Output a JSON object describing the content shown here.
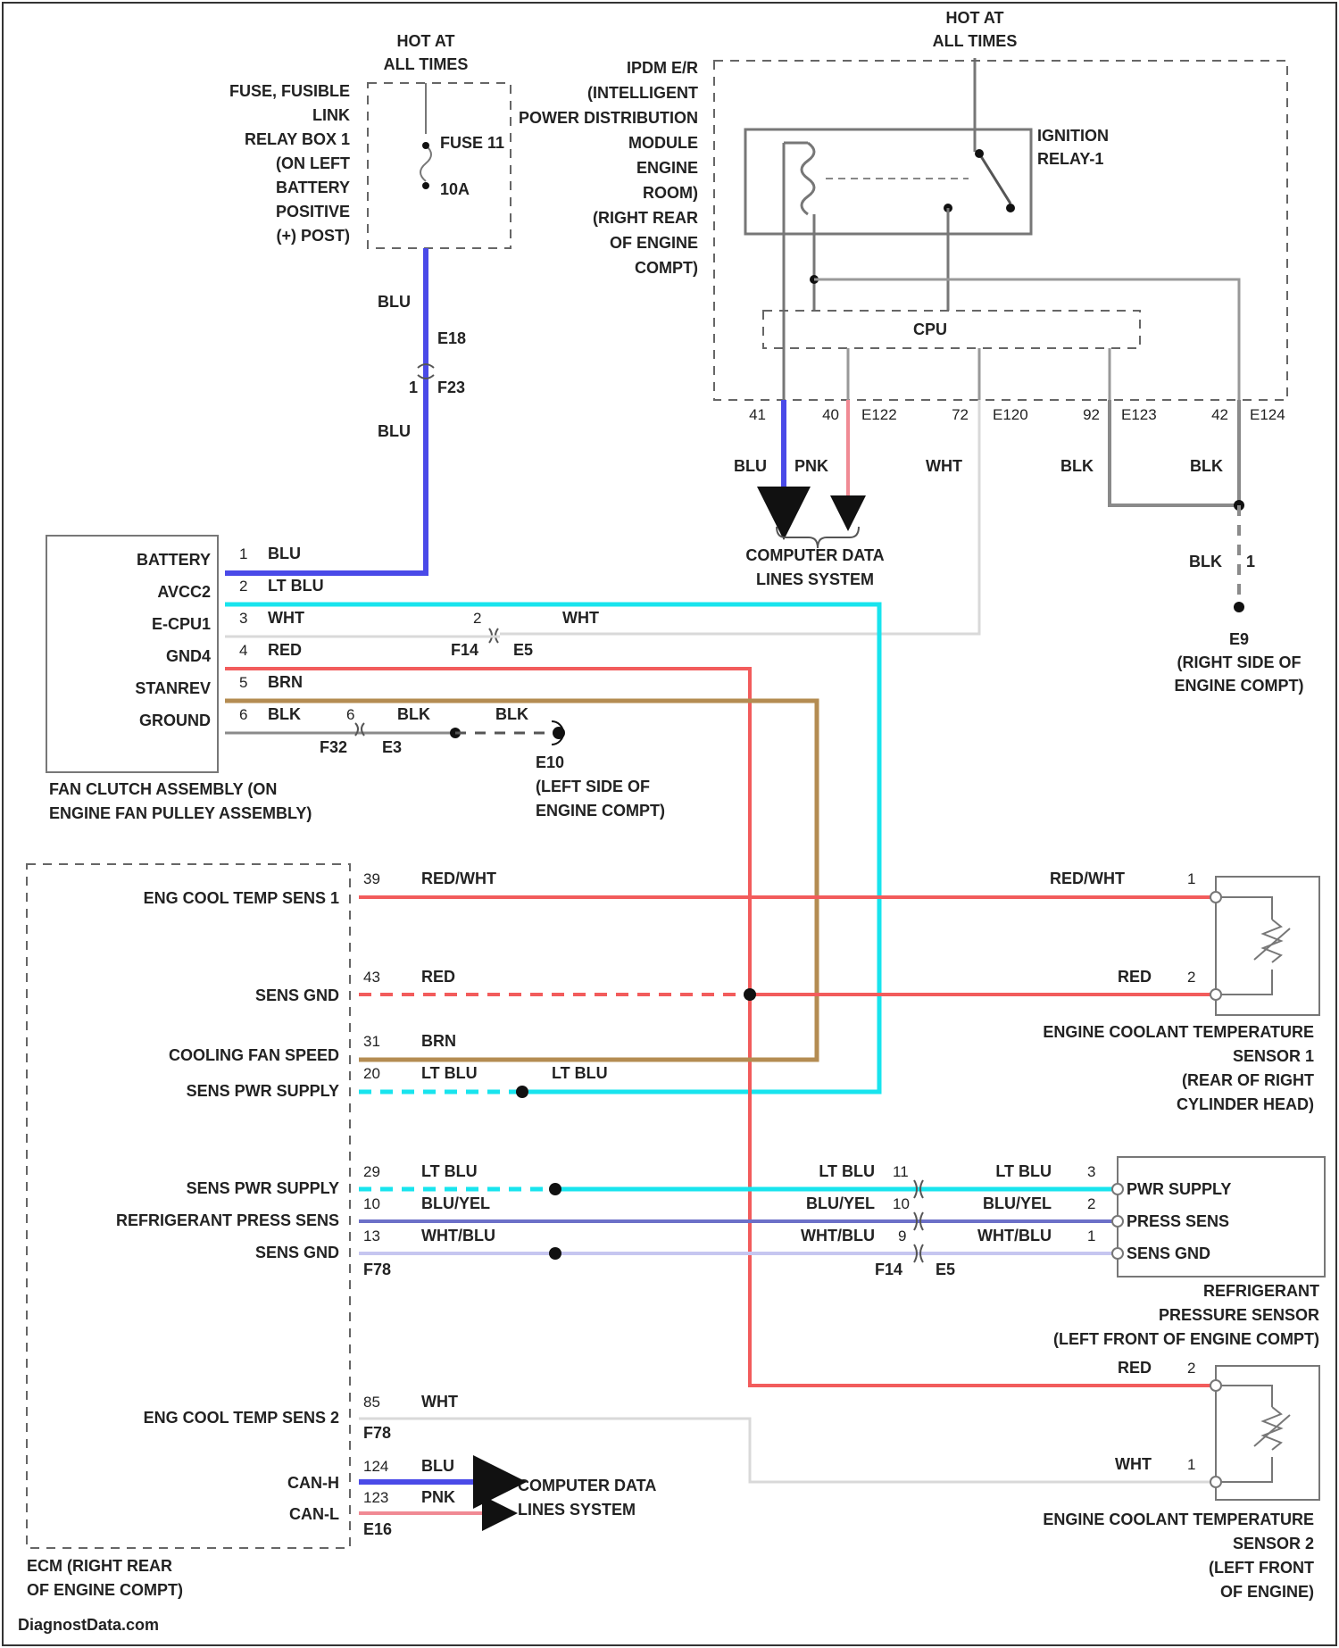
{
  "colors": {
    "BLU": "#4a4ae8",
    "LT BLU": "#18e4ee",
    "WHT": "#d9d9d9",
    "RED": "#f25c5c",
    "PNK": "#f08a94",
    "BRN": "#b48c52",
    "BLK": "#8a8a8a",
    "RED/WHT": "#f25c5c",
    "BLU/YEL": "#6c70c8",
    "WHT/BLU": "#c6c6f0"
  },
  "fuse_box": {
    "hot_label": [
      "HOT AT",
      "ALL TIMES"
    ],
    "desc": [
      "FUSE, FUSIBLE",
      "LINK",
      "RELAY BOX 1",
      "(ON LEFT",
      "BATTERY",
      "POSITIVE",
      "(+) POST)"
    ],
    "fuse_name": "FUSE 11",
    "fuse_amp": "10A"
  },
  "ipdm": {
    "hot_label": [
      "HOT AT",
      "ALL TIMES"
    ],
    "desc": [
      "IPDM E/R",
      "(INTELLIGENT",
      "POWER DISTRIBUTION",
      "MODULE",
      "ENGINE",
      "ROOM)",
      "(RIGHT REAR",
      "OF ENGINE",
      "COMPT)"
    ],
    "relay_label": [
      "IGNITION",
      "RELAY-1"
    ],
    "cpu_label": "CPU",
    "pins": [
      {
        "pin": "41",
        "conn": ""
      },
      {
        "pin": "40",
        "conn": "E122"
      },
      {
        "pin": "72",
        "conn": "E120"
      },
      {
        "pin": "92",
        "conn": "E123"
      },
      {
        "pin": "42",
        "conn": "E124"
      }
    ],
    "wires": [
      "BLU",
      "PNK",
      "WHT",
      "BLK",
      "BLK"
    ]
  },
  "data_lines_top": [
    "COMPUTER DATA",
    "LINES SYSTEM"
  ],
  "blu_feed": {
    "w1": "BLU",
    "c1": "E18",
    "pin": "1",
    "c2": "F23",
    "w2": "BLU"
  },
  "ground_e9": {
    "wire": "BLK",
    "pin": "1",
    "name": "E9",
    "desc": [
      "(RIGHT SIDE OF",
      "ENGINE COMPT)"
    ]
  },
  "fan_clutch": {
    "pins": [
      {
        "label": "BATTERY",
        "pin": "1",
        "wire": "BLU"
      },
      {
        "label": "AVCC2",
        "pin": "2",
        "wire": "LT BLU"
      },
      {
        "label": "E-CPU1",
        "pin": "3",
        "wire": "WHT"
      },
      {
        "label": "GND4",
        "pin": "4",
        "wire": "RED"
      },
      {
        "label": "STANREV",
        "pin": "5",
        "wire": "BRN"
      },
      {
        "label": "GROUND",
        "pin": "6",
        "wire": "BLK"
      }
    ],
    "desc": [
      "FAN CLUTCH ASSEMBLY (ON",
      "ENGINE FAN PULLEY ASSEMBLY)"
    ],
    "wht_pin2": "2",
    "wht_wire2": "WHT",
    "conn_a": "F14",
    "conn_b": "E5",
    "gnd_pin": "6",
    "gnd_wire2": "BLK",
    "gnd_wire3": "BLK",
    "gnd_conn_a": "F32",
    "gnd_conn_b": "E3",
    "ground_name": "E10",
    "ground_desc": [
      "(LEFT SIDE OF",
      "ENGINE COMPT)"
    ]
  },
  "ecm": {
    "rows": [
      {
        "label": "ENG COOL TEMP SENS 1",
        "pin": "39",
        "wire": "RED/WHT"
      },
      {
        "label": "SENS GND",
        "pin": "43",
        "wire": "RED"
      },
      {
        "label": "COOLING FAN SPEED",
        "pin": "31",
        "wire": "BRN"
      },
      {
        "label": "SENS PWR SUPPLY",
        "pin": "20",
        "wire": "LT BLU",
        "wire2": "LT BLU"
      },
      {
        "label": "SENS PWR SUPPLY",
        "pin": "29",
        "wire": "LT BLU"
      },
      {
        "label": "REFRIGERANT PRESS SENS",
        "pin": "10",
        "wire": "BLU/YEL"
      },
      {
        "label": "SENS GND",
        "pin": "13",
        "wire": "WHT/BLU"
      },
      {
        "label": "ENG COOL TEMP SENS 2",
        "pin": "85",
        "wire": "WHT"
      },
      {
        "label": "CAN-H",
        "pin": "124",
        "wire": "BLU"
      },
      {
        "label": "CAN-L",
        "pin": "123",
        "wire": "PNK"
      }
    ],
    "conn_f78": "F78",
    "conn_e16": "E16",
    "desc": [
      "ECM (RIGHT REAR",
      "OF ENGINE COMPT)"
    ],
    "data_lines": [
      "COMPUTER DATA",
      "LINES SYSTEM"
    ]
  },
  "ect1": {
    "pins": [
      {
        "pin": "1",
        "wire": "RED/WHT"
      },
      {
        "pin": "2",
        "wire": "RED"
      }
    ],
    "desc": [
      "ENGINE COOLANT TEMPERATURE",
      "SENSOR 1",
      "(REAR OF RIGHT",
      "CYLINDER HEAD)"
    ]
  },
  "refrig": {
    "pins": [
      {
        "label": "PWR SUPPLY",
        "pin": "3",
        "wire": "LT BLU",
        "mid_pin": "11",
        "mid_wire": "LT BLU"
      },
      {
        "label": "PRESS SENS",
        "pin": "2",
        "wire": "BLU/YEL",
        "mid_pin": "10",
        "mid_wire": "BLU/YEL"
      },
      {
        "label": "SENS GND",
        "pin": "1",
        "wire": "WHT/BLU",
        "mid_pin": "9",
        "mid_wire": "WHT/BLU"
      }
    ],
    "conn_a": "F14",
    "conn_b": "E5",
    "desc": [
      "REFRIGERANT",
      "PRESSURE SENSOR",
      "(LEFT FRONT OF ENGINE COMPT)"
    ]
  },
  "ect2": {
    "pins": [
      {
        "pin": "2",
        "wire": "RED"
      },
      {
        "pin": "1",
        "wire": "WHT"
      }
    ],
    "desc": [
      "ENGINE COOLANT TEMPERATURE",
      "SENSOR 2",
      "(LEFT FRONT",
      "OF ENGINE)"
    ]
  },
  "footer": "DiagnostData.com"
}
